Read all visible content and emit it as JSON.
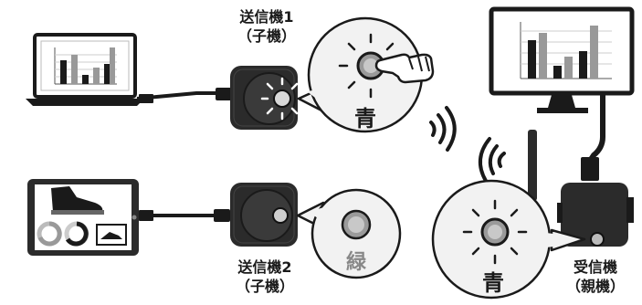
{
  "labels": {
    "tx1_line1": "送信機1",
    "tx1_line2": "（子機）",
    "tx2_line1": "送信機2",
    "tx2_line2": "（子機）",
    "rx_line1": "受信機",
    "rx_line2": "（親機）"
  },
  "callouts": {
    "tx1_color": "青",
    "tx2_color": "緑",
    "rx_color": "青"
  },
  "icons": {
    "tx1_indicator": "button-blue-glow",
    "tx2_indicator": "button-green-off",
    "rx_indicator": "button-blue-glow",
    "wireless": "wireless-signal-icon",
    "pointer": "pointing-hand-icon"
  },
  "colors": {
    "ink": "#1a1a1a",
    "device_body": "#2b2b2b",
    "callout_fill": "#f2f2f2",
    "green_text": "#888888"
  }
}
